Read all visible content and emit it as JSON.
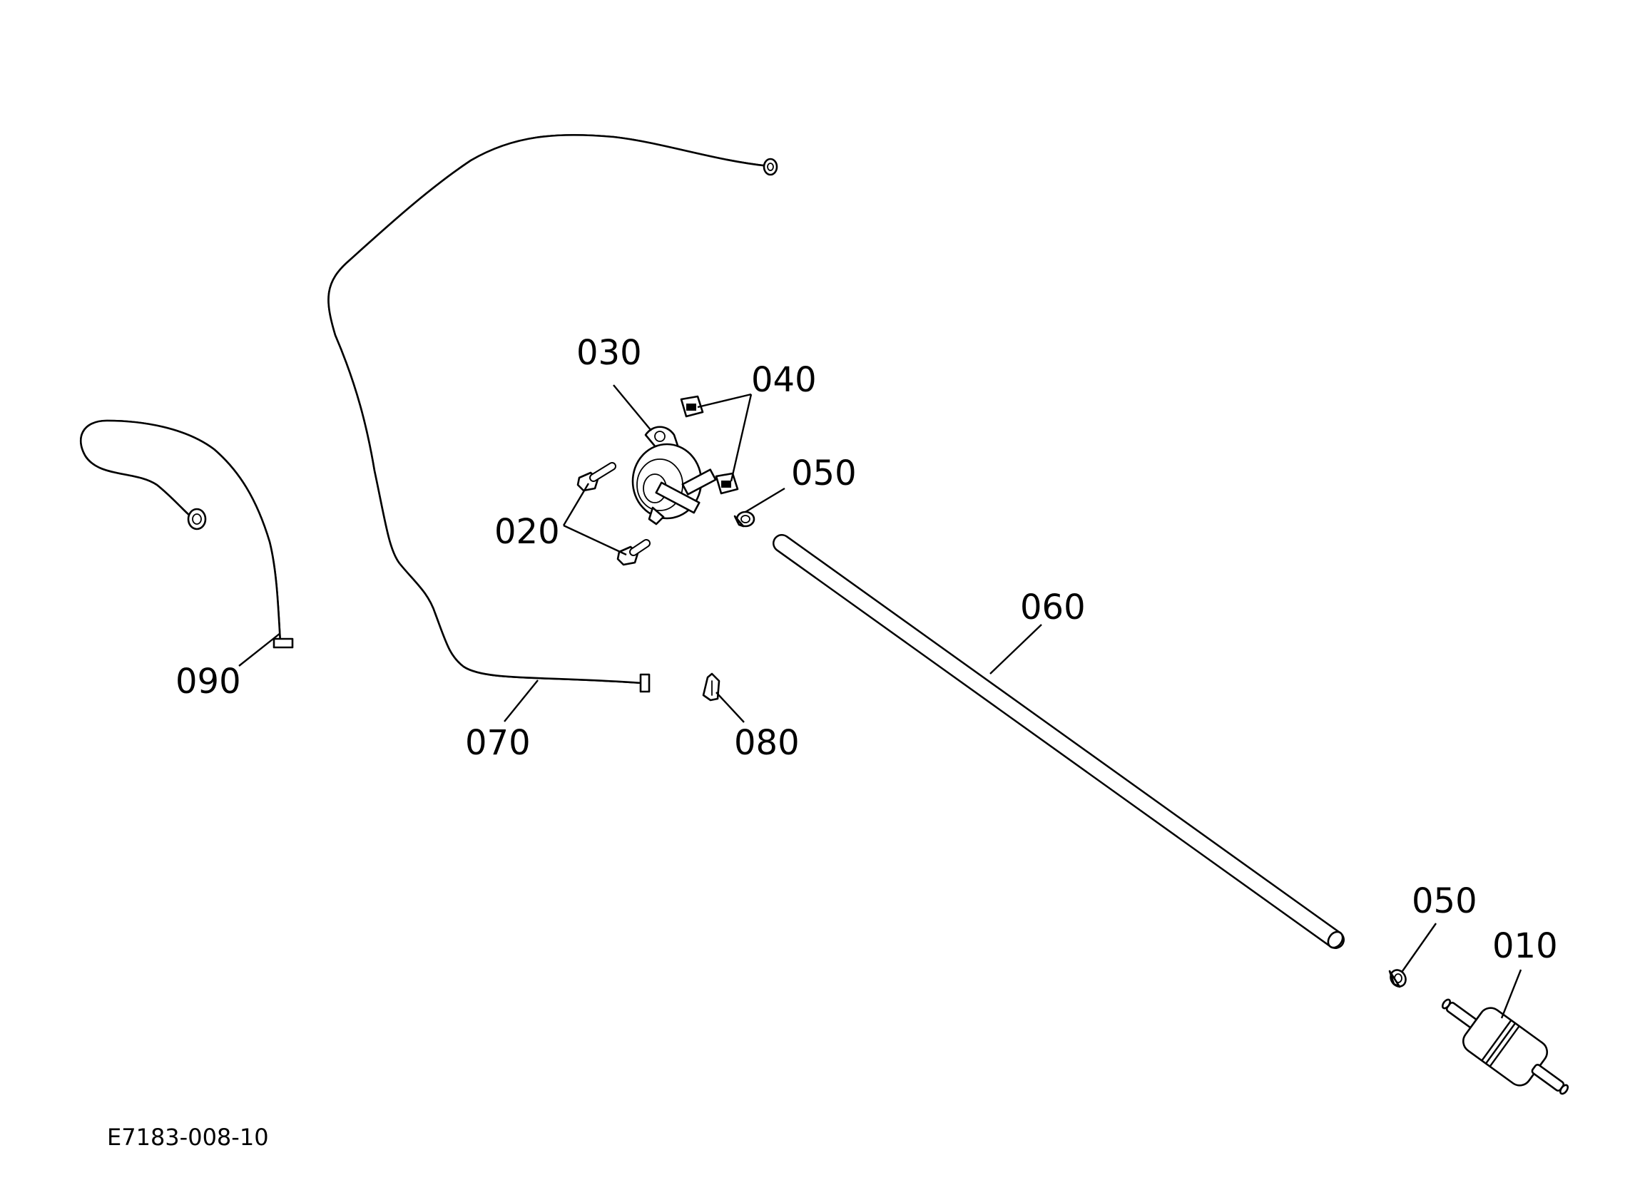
{
  "drawing_code": "E7183-008-10",
  "callouts": {
    "c010": "010",
    "c020": "020",
    "c030": "030",
    "c040": "040",
    "c050a": "050",
    "c050b": "050",
    "c060": "060",
    "c070": "070",
    "c080": "080",
    "c090": "090"
  }
}
